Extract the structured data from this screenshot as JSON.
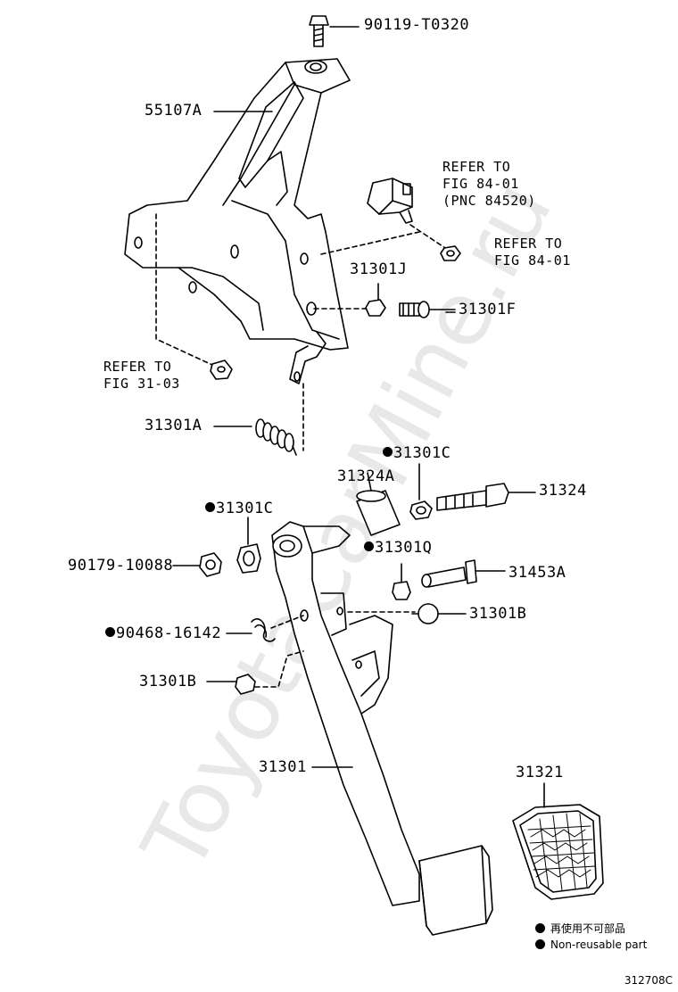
{
  "watermark": "ToyotaCarMine.ru",
  "parts": {
    "p90119": "90119-T0320",
    "p55107A": "55107A",
    "p31301J": "31301J",
    "p31301F": "31301F",
    "p31301A": "31301A",
    "p31301C_top": "31301C",
    "p31324A": "31324A",
    "p31324": "31324",
    "p31301C_left": "31301C",
    "p90179": "90179-10088",
    "p31301Q": "31301Q",
    "p31453A": "31453A",
    "p90468": "90468-16142",
    "p31301B_right": "31301B",
    "p31301B_left": "31301B",
    "p31301": "31301",
    "p31321": "31321"
  },
  "refs": {
    "r1_line1": "REFER TO",
    "r1_line2": "FIG 84-01",
    "r1_line3": "(PNC 84520)",
    "r2_line1": "REFER TO",
    "r2_line2": "FIG 84-01",
    "r3_line1": "REFER TO",
    "r3_line2": "FIG 31-03"
  },
  "legend": {
    "jp": "再使用不可部品",
    "en": "Non-reusable part"
  },
  "figure_id": "312708C"
}
